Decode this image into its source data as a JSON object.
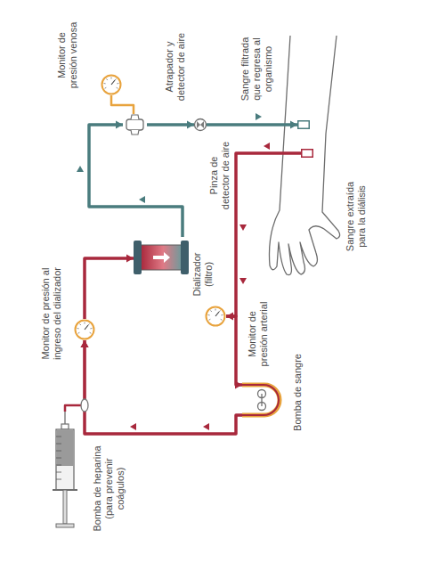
{
  "diagram": {
    "nodes": [
      {
        "text": [
          "Sangre extraída para la diálisis"
        ]
      },
      {
        "text": [
          "Monitor de presión arterial"
        ]
      },
      {
        "text": [
          "Bomba de sangre"
        ]
      },
      {
        "text": [
          "Bomba de heparina (para prevenir coágulos)"
        ]
      },
      {
        "text": [
          "Monitor de presión al ingreso del dializador"
        ]
      },
      {
        "text": [
          "Dializador (filtro)"
        ]
      },
      {
        "text": [
          "Monitor de presión venosa"
        ]
      },
      {
        "text": [
          "Atrapador y detector de aire"
        ]
      },
      {
        "text": [
          "Pinza de detector de aire"
        ]
      },
      {
        "text": [
          "Sangre filtrada que regresa al organismo"
        ]
      }
    ],
    "edges": [
      {
        "from": 0,
        "to": 1,
        "arrow": "to"
      },
      {
        "from": 1,
        "to": 2,
        "arrow": "to"
      },
      {
        "from": 2,
        "to": 4,
        "arrow": "to"
      },
      {
        "from": 3,
        "to": 4,
        "arrow": "to"
      },
      {
        "from": 4,
        "to": 5,
        "arrow": "to"
      },
      {
        "from": 5,
        "to": 7,
        "arrow": "to"
      },
      {
        "from": 7,
        "to": 8,
        "arrow": "to"
      },
      {
        "from": 8,
        "to": 9,
        "arrow": "to"
      },
      {
        "from": 6,
        "to": 7,
        "arrow": "none"
      }
    ]
  }
}
